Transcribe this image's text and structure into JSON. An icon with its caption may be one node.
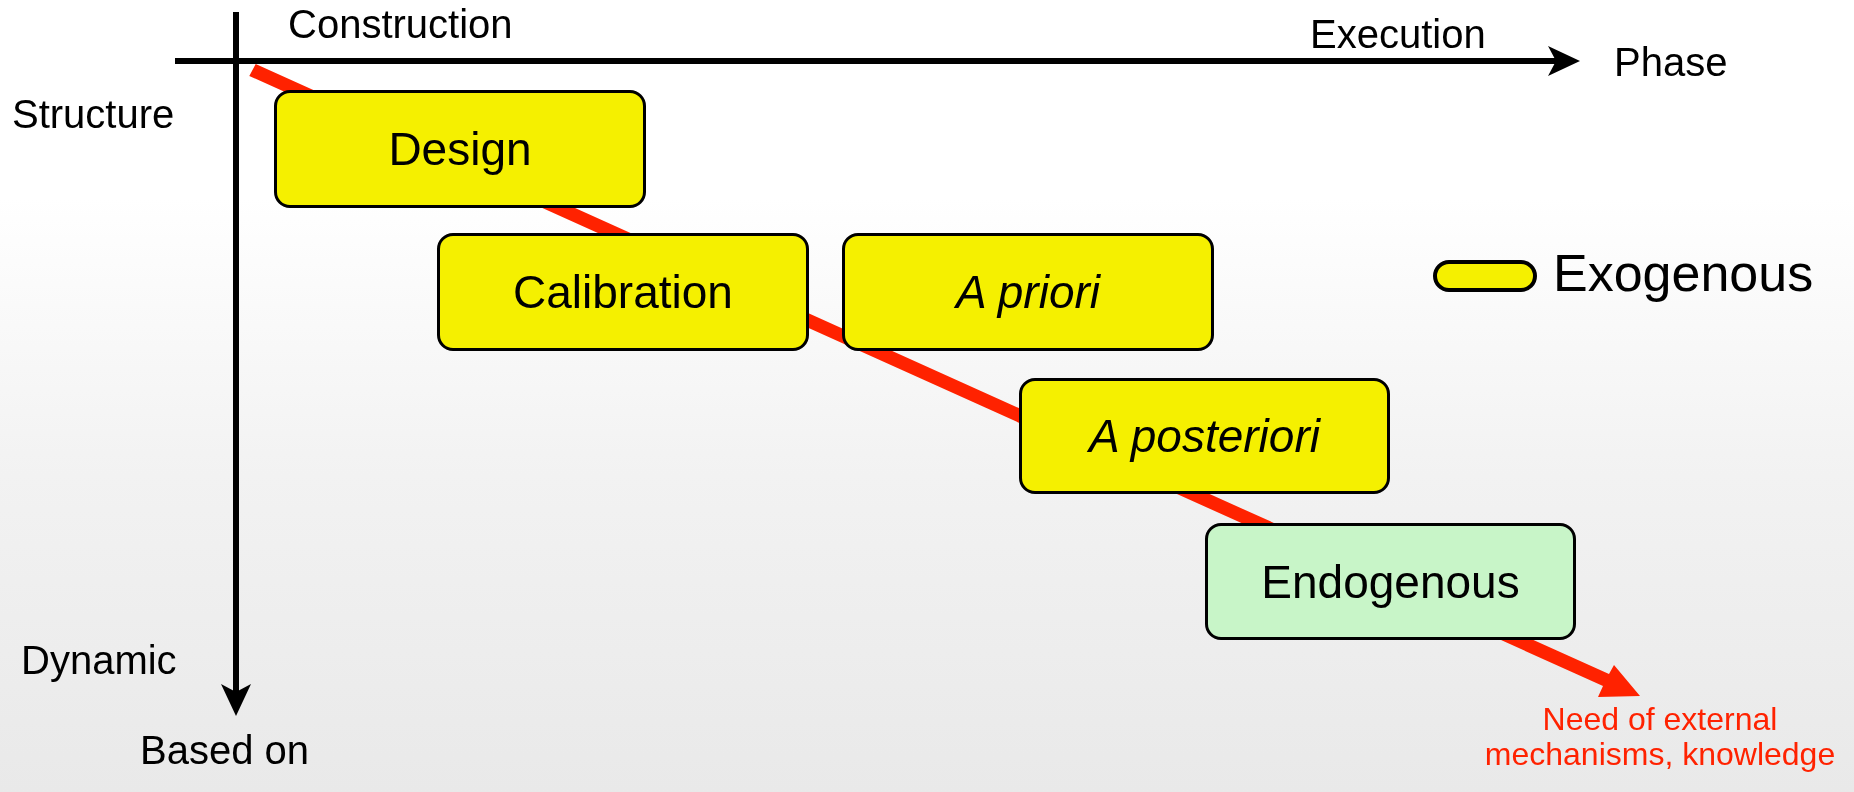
{
  "diagram": {
    "nodes": [
      {
        "text": [
          "Design"
        ]
      },
      {
        "text": [
          "Calibration"
        ]
      },
      {
        "text": [
          "A priori"
        ]
      },
      {
        "text": [
          "A posteriori"
        ]
      },
      {
        "text": [
          "Endogenous"
        ]
      }
    ],
    "labels": [
      "Construction",
      "Execution",
      "Phase",
      "Structure",
      "Dynamic",
      "Based on",
      "Need of external mechanisms, knowledge"
    ],
    "legend": [
      {
        "text": "Exogenous",
        "color": "#f5f000"
      }
    ]
  }
}
